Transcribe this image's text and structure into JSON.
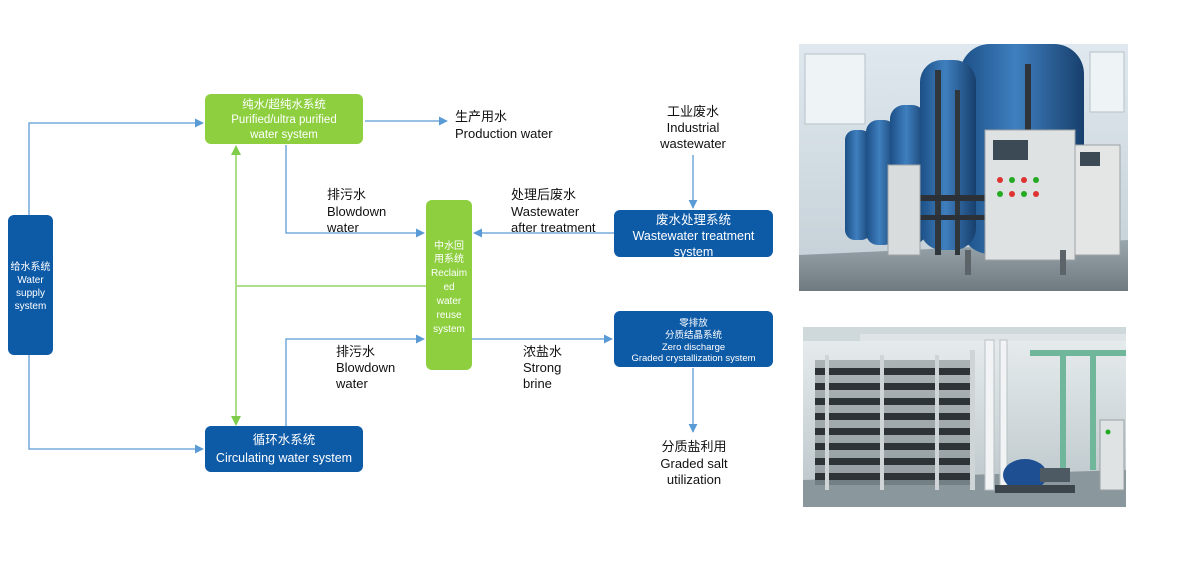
{
  "nodes": {
    "water_supply": {
      "zh": "给水系统",
      "en": [
        "Water",
        "supply",
        "system"
      ],
      "color": "#0d5aa7"
    },
    "purified": {
      "zh": "纯水/超纯水系统",
      "en": [
        "Purified/ultra purified",
        "water system"
      ],
      "color": "#8dcf3f"
    },
    "circulating": {
      "zh": "循环水系统",
      "en": [
        "Circulating water system"
      ],
      "color": "#0d5aa7"
    },
    "reclaimed": {
      "zh": [
        "中水回",
        "用系统"
      ],
      "en": [
        "Reclaim",
        "ed",
        "water",
        "reuse",
        "system"
      ],
      "color": "#8dcf3f"
    },
    "wastewater_treatment": {
      "zh": "废水处理系统",
      "en": [
        "Wastewater treatment",
        "system"
      ],
      "color": "#0d5aa7"
    },
    "zero_discharge": {
      "zh": [
        "零排放",
        "分质结晶系统"
      ],
      "en": [
        "Zero discharge",
        "Graded crystallization system"
      ],
      "color": "#0d5aa7"
    }
  },
  "labels": {
    "production_water": {
      "zh": "生产用水",
      "en": [
        "Production water"
      ]
    },
    "industrial_wastewater": {
      "zh": "工业废水",
      "en": [
        "Industrial",
        "wastewater"
      ]
    },
    "blowdown_upper": {
      "zh": "排污水",
      "en": [
        "Blowdown",
        "water"
      ]
    },
    "wastewater_after": {
      "zh": "处理后废水",
      "en": [
        "Wastewater",
        "after treatment"
      ]
    },
    "blowdown_lower": {
      "zh": "排污水",
      "en": [
        "Blowdown",
        "water"
      ]
    },
    "strong_brine": {
      "zh": "浓盐水",
      "en": [
        "Strong",
        "brine"
      ]
    },
    "graded_salt": {
      "zh": "分质盐利用",
      "en": [
        "Graded salt",
        "utilization"
      ]
    }
  },
  "colors": {
    "arrow_blue": "#5b9bd5",
    "arrow_green": "#7fcc4a"
  }
}
